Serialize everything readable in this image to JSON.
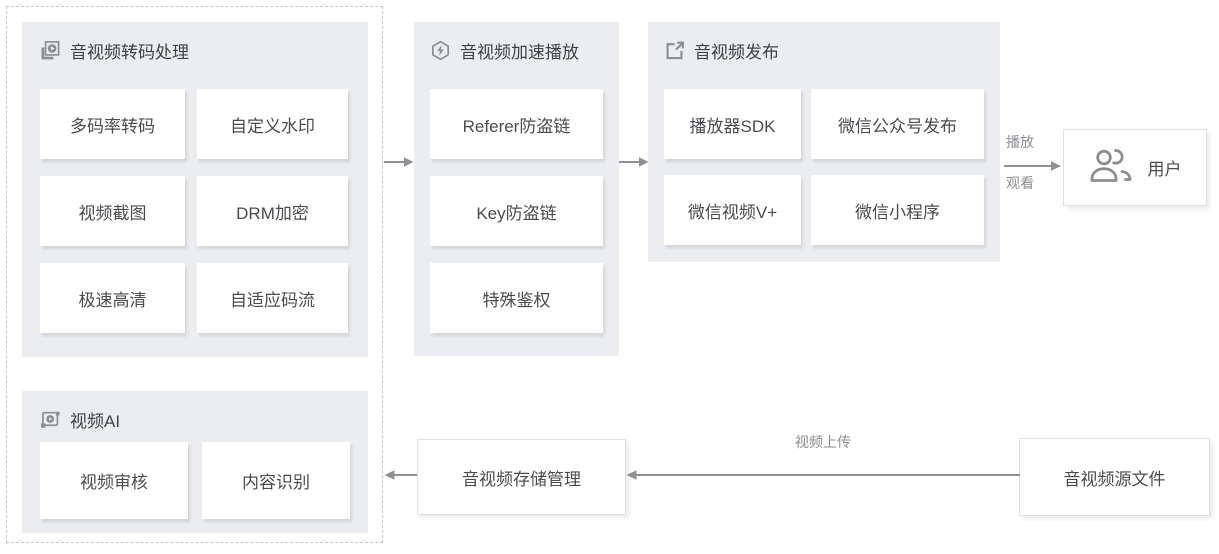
{
  "panels": {
    "transcode": {
      "title": "音视频转码处理",
      "icon": "video-transcode-icon",
      "cards": [
        "多码率转码",
        "自定义水印",
        "视频截图",
        "DRM加密",
        "极速高清",
        "自适应码流"
      ]
    },
    "ai": {
      "title": "视频AI",
      "icon": "video-ai-icon",
      "cards": [
        "视频审核",
        "内容识别"
      ]
    },
    "accelerate": {
      "title": "音视频加速播放",
      "icon": "shield-lightning-icon",
      "cards": [
        "Referer防盗链",
        "Key防盗链",
        "特殊鉴权"
      ]
    },
    "publish": {
      "title": "音视频发布",
      "icon": "share-export-icon",
      "cards": [
        "播放器SDK",
        "微信公众号发布",
        "微信视频V+",
        "微信小程序"
      ]
    }
  },
  "nodes": {
    "user": "用户",
    "storage": "音视频存储管理",
    "source": "音视频源文件"
  },
  "flow_labels": {
    "play": "播放",
    "watch": "观看",
    "upload": "视频上传"
  },
  "colors": {
    "panel_bg": "#ebedf0",
    "card_bg": "#ffffff",
    "text": "#4a4c4f",
    "muted_label": "#8c8e91",
    "arrow": "#8f9194",
    "icon": "#8c8e91",
    "node_border": "#e0e1e3",
    "dashed_border": "#c5c7ca"
  }
}
